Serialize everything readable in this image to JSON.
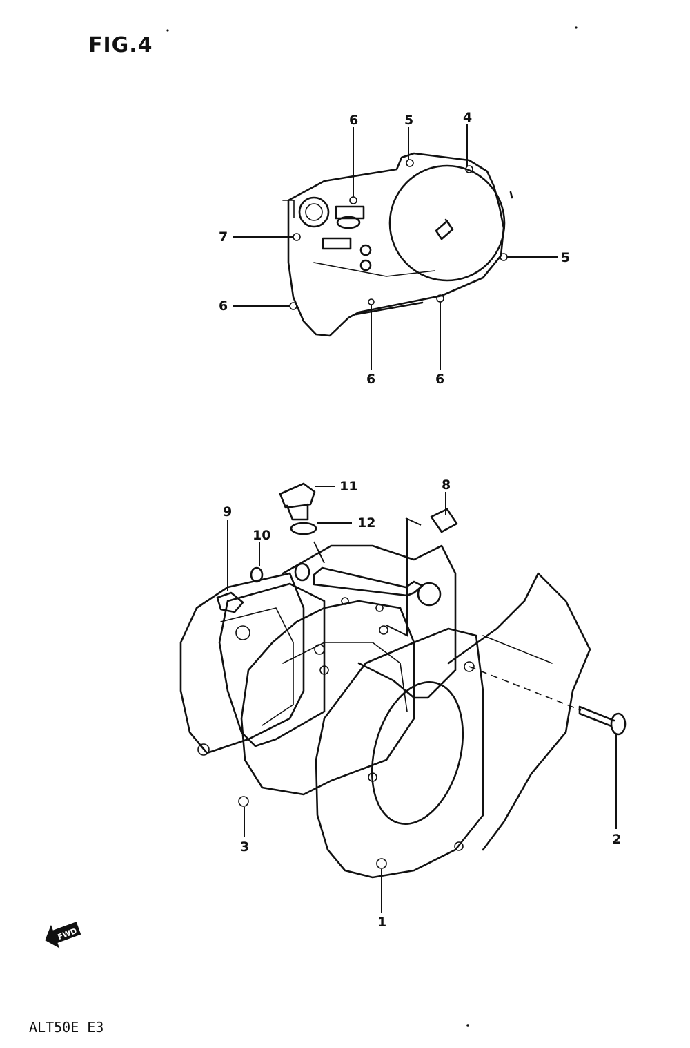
{
  "figure": {
    "title": "FIG.4",
    "model_code": "ALT50E  E3"
  },
  "fwd_badge": "FWD",
  "upper_callouts": [
    {
      "id": "c6-top",
      "label": "6"
    },
    {
      "id": "c5-top",
      "label": "5"
    },
    {
      "id": "c4-top",
      "label": "4"
    },
    {
      "id": "c7-left",
      "label": "7"
    },
    {
      "id": "c5-right",
      "label": "5"
    },
    {
      "id": "c6-left",
      "label": "6"
    },
    {
      "id": "c6-bottom-a",
      "label": "6"
    },
    {
      "id": "c6-bottom-b",
      "label": "6"
    }
  ],
  "lower_callouts": [
    {
      "id": "c11",
      "label": "11"
    },
    {
      "id": "c12",
      "label": "12"
    },
    {
      "id": "c9",
      "label": "9"
    },
    {
      "id": "c10",
      "label": "10"
    },
    {
      "id": "c8",
      "label": "8"
    },
    {
      "id": "c3",
      "label": "3"
    },
    {
      "id": "c2",
      "label": "2"
    },
    {
      "id": "c1",
      "label": "1"
    }
  ]
}
